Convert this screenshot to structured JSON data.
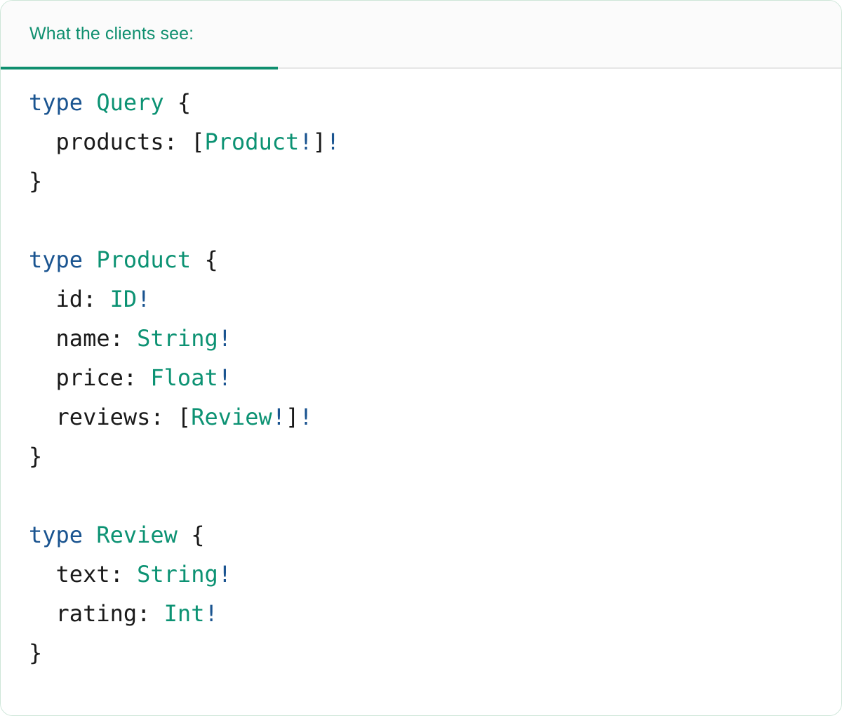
{
  "card": {
    "accent_color": "#0f8f6f",
    "border_color": "#cde6d8",
    "background": "#ffffff"
  },
  "header": {
    "background": "#fbfbfb",
    "tabs": [
      {
        "label": "What the clients see:",
        "active": true,
        "color": "#0f8f6f"
      }
    ]
  },
  "code": {
    "language": "graphql",
    "colors": {
      "keyword": "#1a5490",
      "type_name": "#0c9273",
      "field_name": "#1a1a1a",
      "punctuation": "#1a1a1a"
    },
    "lines": [
      {
        "indent": 0,
        "tokens": [
          {
            "text": "type",
            "kind": "kw"
          },
          {
            "text": " ",
            "kind": "plain"
          },
          {
            "text": "Query",
            "kind": "type"
          },
          {
            "text": " ",
            "kind": "plain"
          },
          {
            "text": "{",
            "kind": "punc"
          }
        ]
      },
      {
        "indent": 2,
        "tokens": [
          {
            "text": "products:",
            "kind": "name"
          },
          {
            "text": " ",
            "kind": "plain"
          },
          {
            "text": "[",
            "kind": "punc"
          },
          {
            "text": "Product",
            "kind": "type"
          },
          {
            "text": "!",
            "kind": "kw"
          },
          {
            "text": "]",
            "kind": "punc"
          },
          {
            "text": "!",
            "kind": "kw"
          }
        ]
      },
      {
        "indent": 0,
        "tokens": [
          {
            "text": "}",
            "kind": "punc"
          }
        ]
      },
      {
        "indent": 0,
        "tokens": []
      },
      {
        "indent": 0,
        "tokens": [
          {
            "text": "type",
            "kind": "kw"
          },
          {
            "text": " ",
            "kind": "plain"
          },
          {
            "text": "Product",
            "kind": "type"
          },
          {
            "text": " ",
            "kind": "plain"
          },
          {
            "text": "{",
            "kind": "punc"
          }
        ]
      },
      {
        "indent": 2,
        "tokens": [
          {
            "text": "id:",
            "kind": "name"
          },
          {
            "text": " ",
            "kind": "plain"
          },
          {
            "text": "ID",
            "kind": "type"
          },
          {
            "text": "!",
            "kind": "kw"
          }
        ]
      },
      {
        "indent": 2,
        "tokens": [
          {
            "text": "name:",
            "kind": "name"
          },
          {
            "text": " ",
            "kind": "plain"
          },
          {
            "text": "String",
            "kind": "type"
          },
          {
            "text": "!",
            "kind": "kw"
          }
        ]
      },
      {
        "indent": 2,
        "tokens": [
          {
            "text": "price:",
            "kind": "name"
          },
          {
            "text": " ",
            "kind": "plain"
          },
          {
            "text": "Float",
            "kind": "type"
          },
          {
            "text": "!",
            "kind": "kw"
          }
        ]
      },
      {
        "indent": 2,
        "tokens": [
          {
            "text": "reviews:",
            "kind": "name"
          },
          {
            "text": " ",
            "kind": "plain"
          },
          {
            "text": "[",
            "kind": "punc"
          },
          {
            "text": "Review",
            "kind": "type"
          },
          {
            "text": "!",
            "kind": "kw"
          },
          {
            "text": "]",
            "kind": "punc"
          },
          {
            "text": "!",
            "kind": "kw"
          }
        ]
      },
      {
        "indent": 0,
        "tokens": [
          {
            "text": "}",
            "kind": "punc"
          }
        ]
      },
      {
        "indent": 0,
        "tokens": []
      },
      {
        "indent": 0,
        "tokens": [
          {
            "text": "type",
            "kind": "kw"
          },
          {
            "text": " ",
            "kind": "plain"
          },
          {
            "text": "Review",
            "kind": "type"
          },
          {
            "text": " ",
            "kind": "plain"
          },
          {
            "text": "{",
            "kind": "punc"
          }
        ]
      },
      {
        "indent": 2,
        "tokens": [
          {
            "text": "text:",
            "kind": "name"
          },
          {
            "text": " ",
            "kind": "plain"
          },
          {
            "text": "String",
            "kind": "type"
          },
          {
            "text": "!",
            "kind": "kw"
          }
        ]
      },
      {
        "indent": 2,
        "tokens": [
          {
            "text": "rating:",
            "kind": "name"
          },
          {
            "text": " ",
            "kind": "plain"
          },
          {
            "text": "Int",
            "kind": "type"
          },
          {
            "text": "!",
            "kind": "kw"
          }
        ]
      },
      {
        "indent": 0,
        "tokens": [
          {
            "text": "}",
            "kind": "punc"
          }
        ]
      }
    ]
  }
}
